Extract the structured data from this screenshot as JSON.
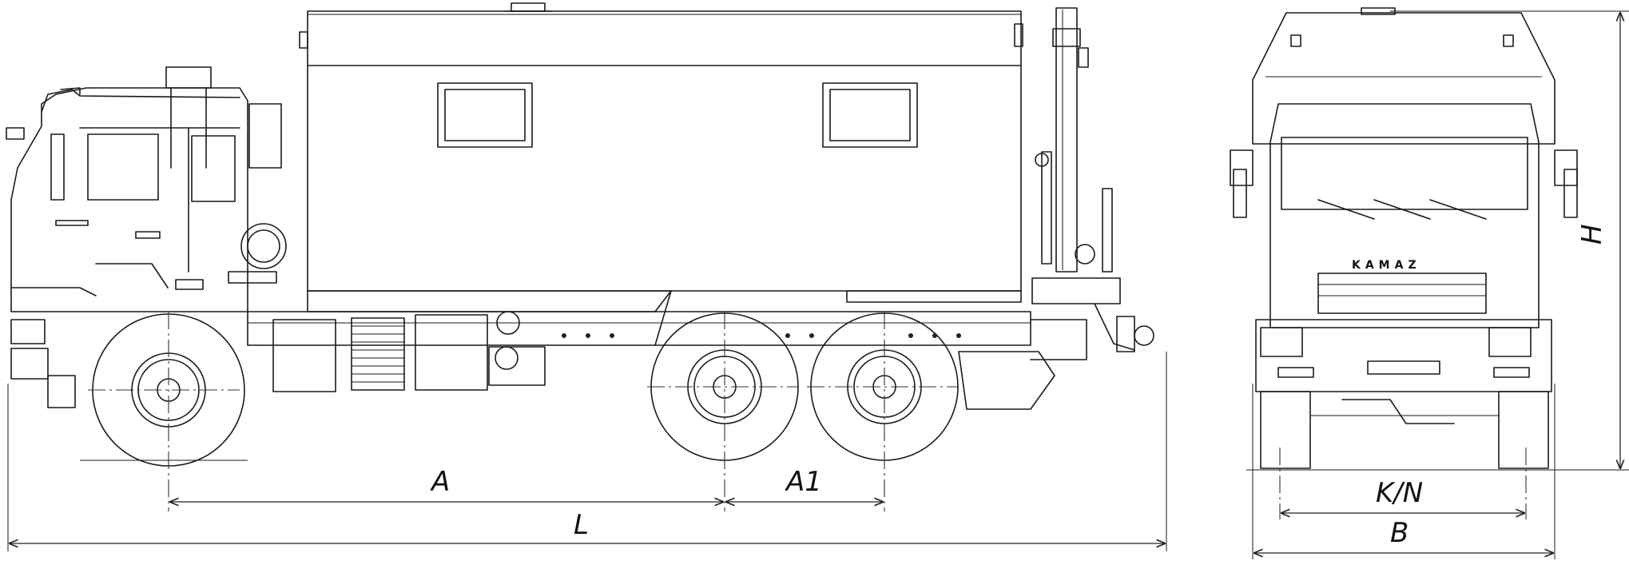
{
  "dimensions": {
    "wheelbase_front": "A",
    "wheelbase_rear": "A1",
    "wheelbase_total": "L",
    "track": "K/N",
    "width": "B",
    "height": "H"
  },
  "grille_brand": "KAMAZ"
}
